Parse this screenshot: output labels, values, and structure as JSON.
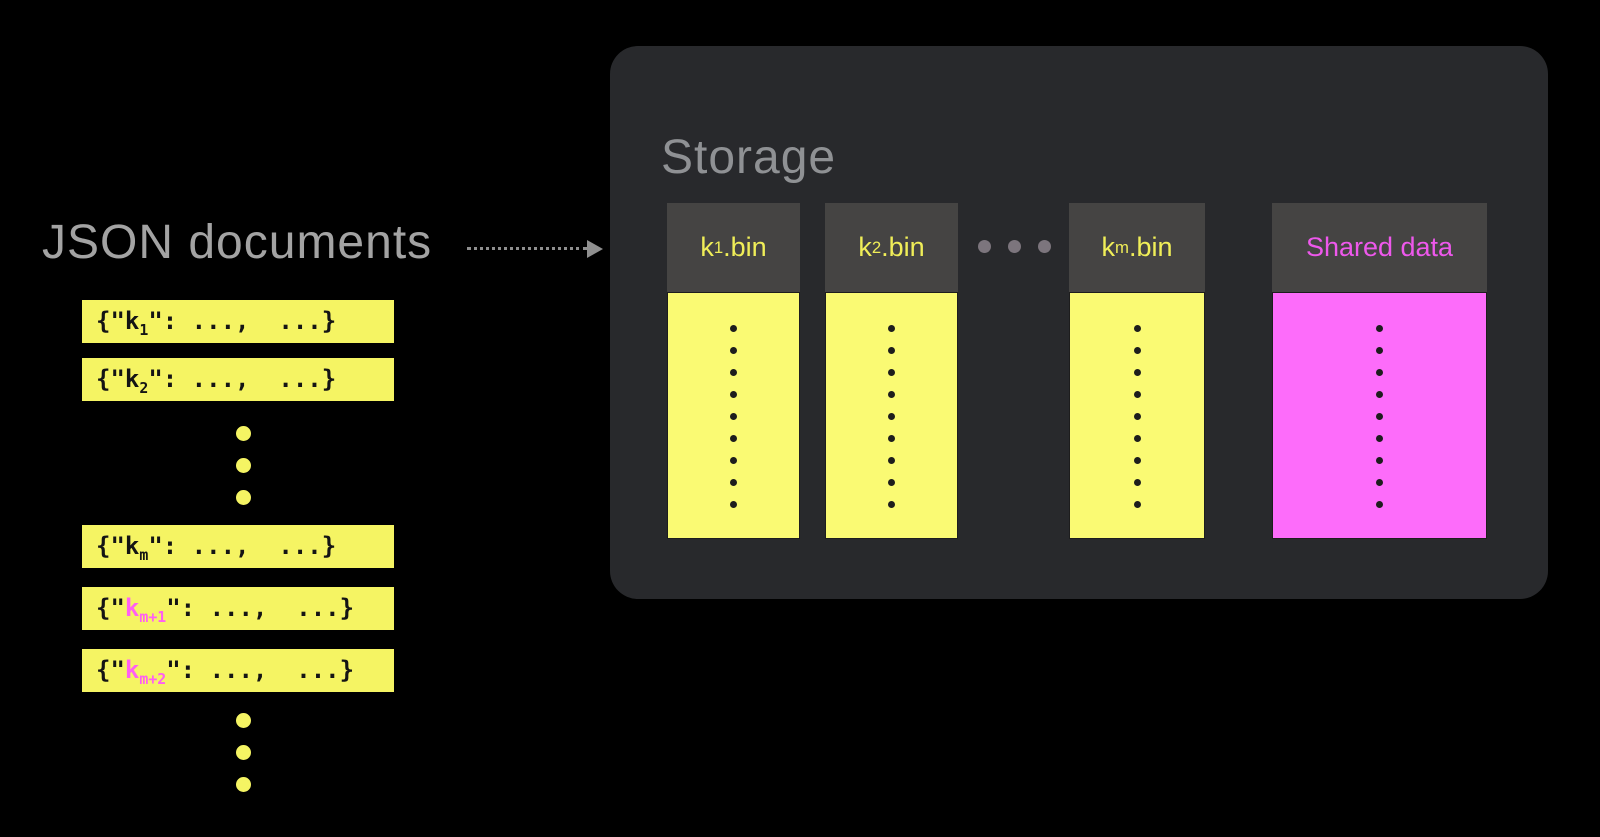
{
  "left": {
    "title": "JSON documents",
    "gap_dot_count": 3,
    "rows": [
      {
        "pre": "{\"",
        "key": "k",
        "sub": "1",
        "post": "\": ...,  ...}",
        "key_highlight": false
      },
      {
        "pre": "{\"",
        "key": "k",
        "sub": "2",
        "post": "\": ...,  ...}",
        "key_highlight": false
      },
      {
        "pre": "{\"",
        "key": "k",
        "sub": "m",
        "post": "\": ...,  ...}",
        "key_highlight": false
      },
      {
        "pre": "{\"",
        "key": "k",
        "sub": "m+1",
        "post": "\": ...,  ...}",
        "key_highlight": true
      },
      {
        "pre": "{\"",
        "key": "k",
        "sub": "m+2",
        "post": "\": ...,  ...}",
        "key_highlight": true
      }
    ]
  },
  "arrow": {
    "from": "JSON documents",
    "to": "Storage",
    "style": "dotted"
  },
  "storage": {
    "title": "Storage",
    "bin_dot_count": 9,
    "gap_dot_count": 3,
    "bins": [
      {
        "key": "k",
        "sub": "1",
        "suffix": ".bin",
        "body": "yellow"
      },
      {
        "key": "k",
        "sub": "2",
        "suffix": ".bin",
        "body": "yellow"
      },
      {
        "key": "k",
        "sub": "m",
        "suffix": ".bin",
        "body": "yellow"
      },
      {
        "label": "Shared data",
        "body": "magenta"
      }
    ]
  },
  "colors": {
    "background": "#000000",
    "panel": "#28292c",
    "bin_header": "#454443",
    "yellow": "#f5f463",
    "bin_yellow": "#fafa73",
    "magenta_body": "#fd6cfa",
    "magenta_label": "#ee58ec",
    "pink_key": "#ff5ff2",
    "title_gray": "#a3a3a3",
    "storage_title_gray": "#8f9194",
    "arrow_gray": "#8f8f8f",
    "dot_black": "#1d1d1d",
    "dot_gray": "#7c757d"
  }
}
